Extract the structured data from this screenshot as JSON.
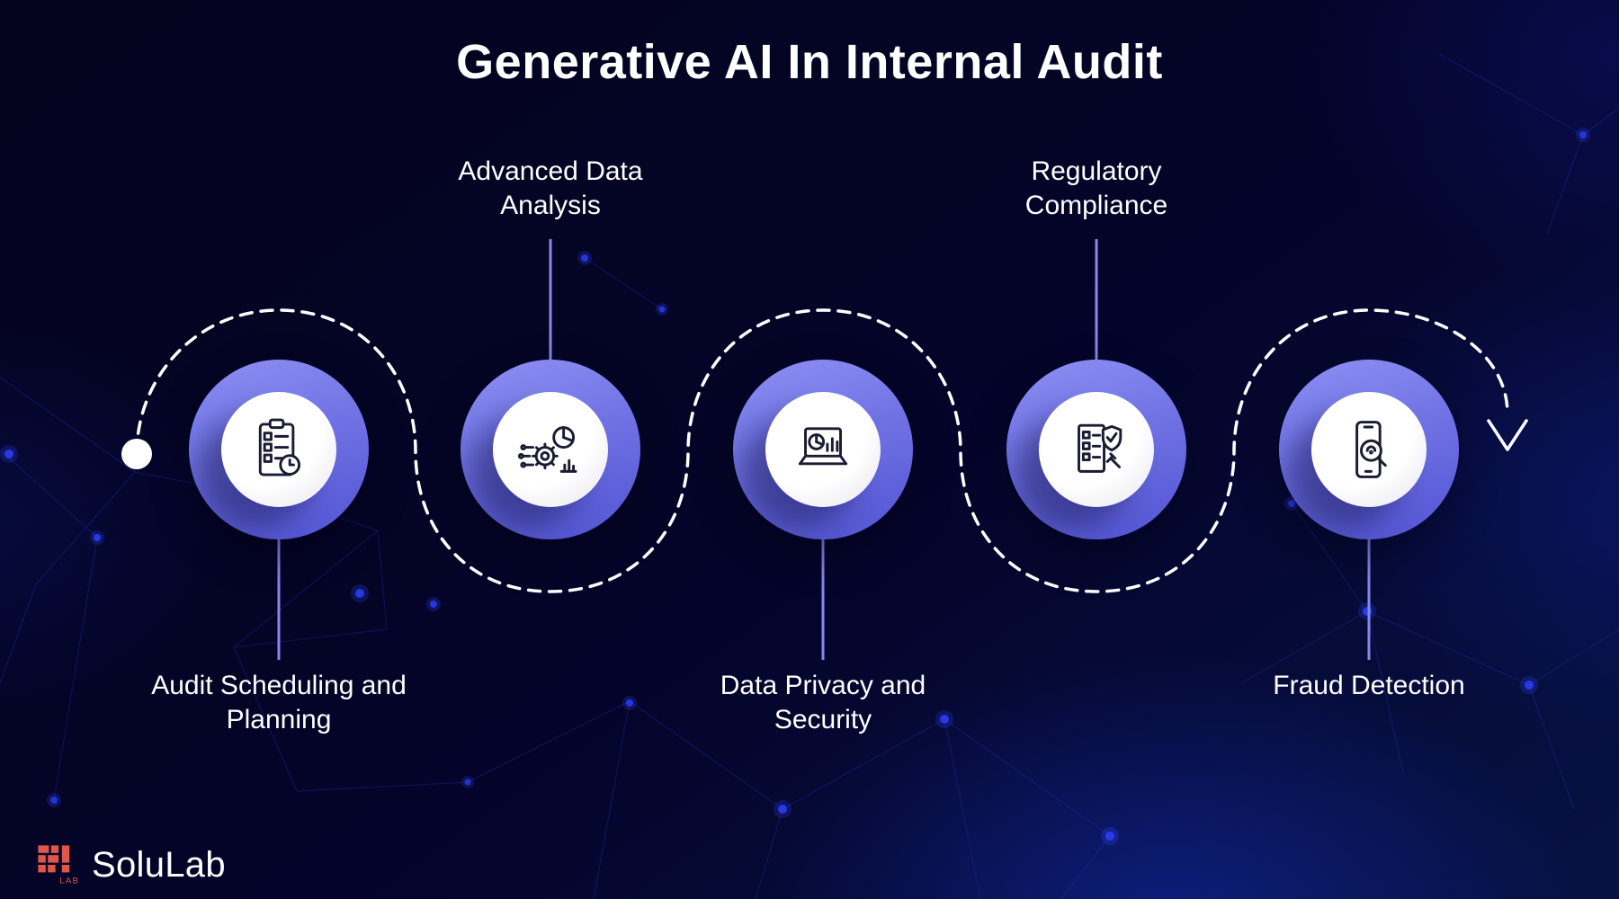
{
  "title": "Generative AI In Internal Audit",
  "steps": [
    {
      "label": "Audit Scheduling and Planning",
      "icon": "clipboard-checklist-icon",
      "label_position": "below"
    },
    {
      "label": "Advanced Data Analysis",
      "icon": "gear-analytics-icon",
      "label_position": "above"
    },
    {
      "label": "Data Privacy and Security",
      "icon": "laptop-chart-icon",
      "label_position": "below"
    },
    {
      "label": "Regulatory Compliance",
      "icon": "compliance-checklist-icon",
      "label_position": "above"
    },
    {
      "label": "Fraud Detection",
      "icon": "phone-magnifier-icon",
      "label_position": "below"
    }
  ],
  "brand": {
    "name": "SoluLab"
  },
  "colors": {
    "background": "#04041e",
    "node_gradient_start": "#8e90f4",
    "node_gradient_end": "#5254d4",
    "node_inner": "#ffffff",
    "flow_line": "#ffffff",
    "connector": "#8688ec",
    "text": "#ffffff",
    "logo_accent": "#e2564a"
  }
}
